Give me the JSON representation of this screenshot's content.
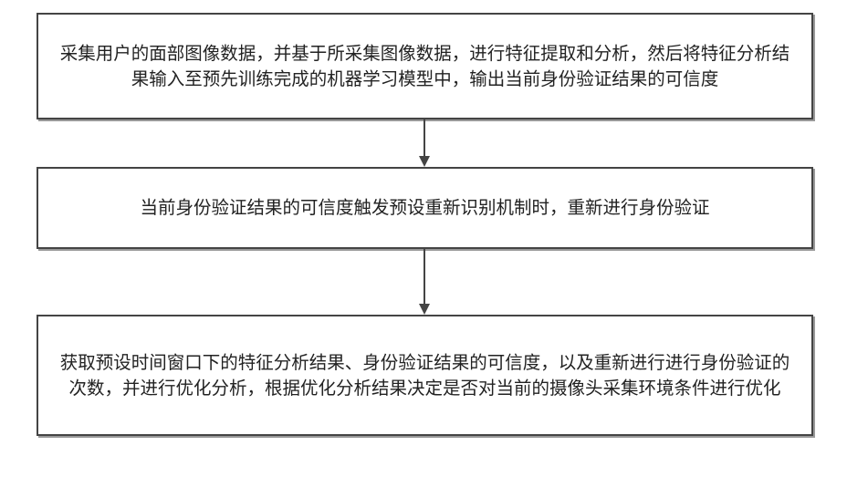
{
  "steps": [
    {
      "text": "采集用户的面部图像数据，并基于所采集图像数据，进行特征提取和分析，然后将特征分析结果输入至预先训练完成的机器学习模型中，输出当前身份验证结果的可信度"
    },
    {
      "text": "当前身份验证结果的可信度触发预设重新识别机制时，重新进行身份验证"
    },
    {
      "text": "获取预设时间窗口下的特征分析结果、身份验证结果的可信度，以及重新进行进行身份验证的次数，并进行优化分析，根据优化分析结果决定是否对当前的摄像头采集环境条件进行优化"
    }
  ]
}
